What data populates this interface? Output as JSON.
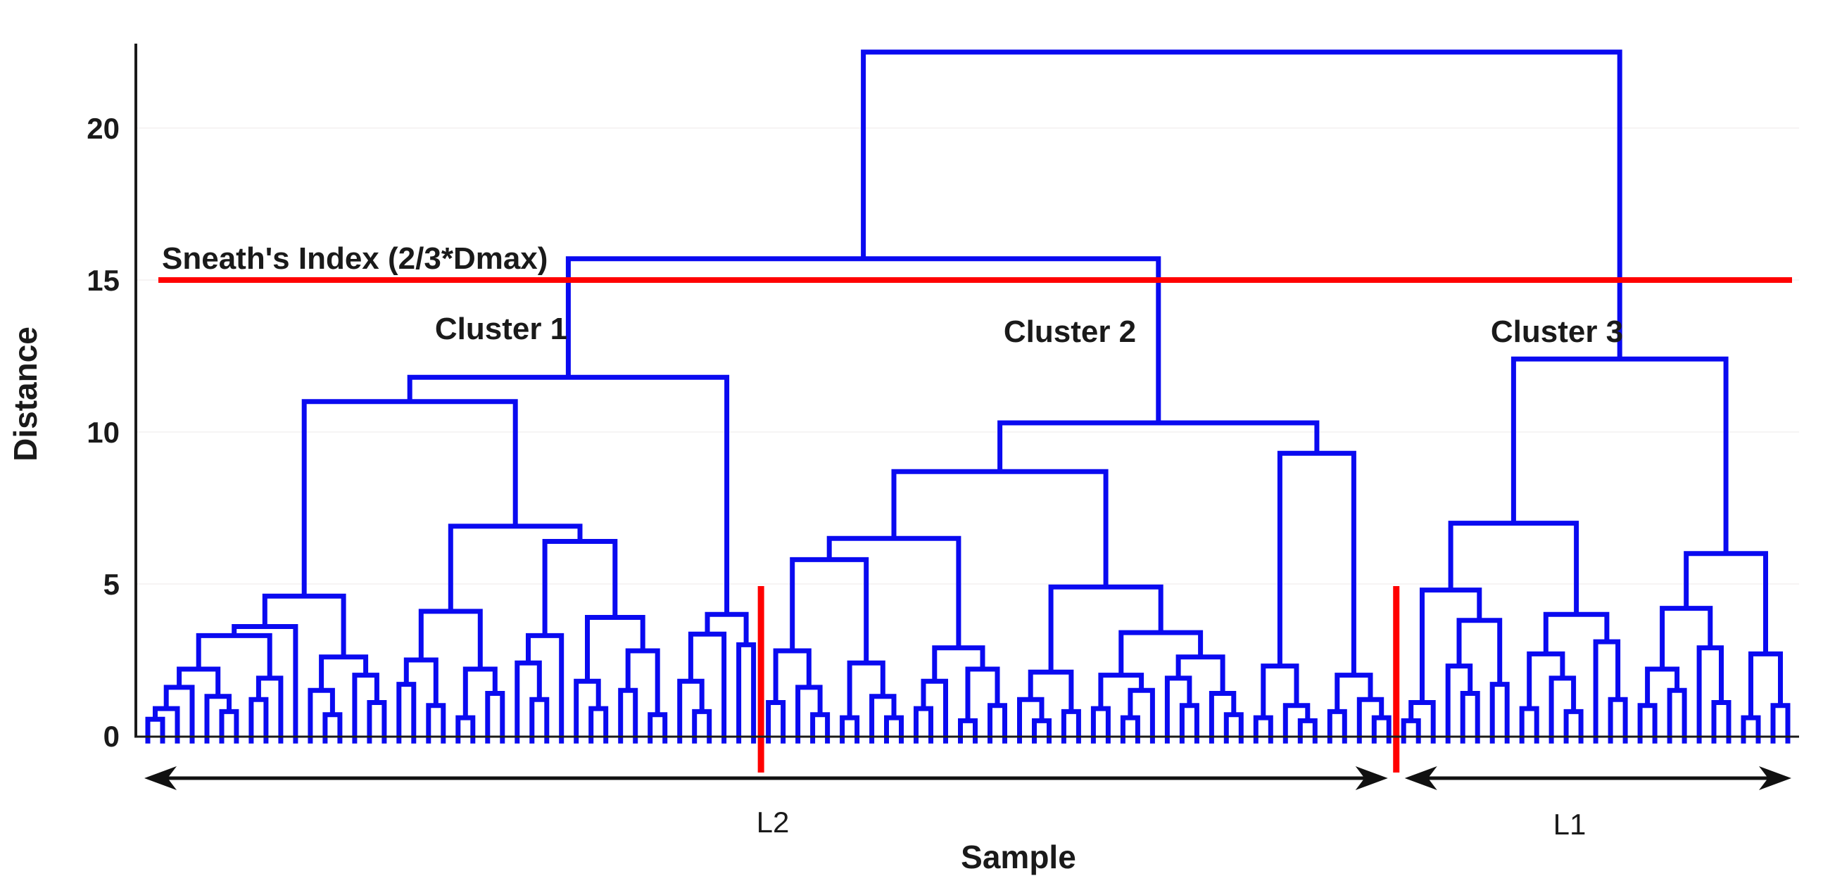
{
  "chart_data": {
    "type": "dendrogram",
    "title": "",
    "xlabel": "Sample",
    "ylabel": "Distance",
    "axis": {
      "ymin": 0,
      "ymax": 23.5,
      "tick_values": [
        0,
        5,
        10,
        15,
        20
      ],
      "grid": false
    },
    "y_tick_labels": [
      "0",
      "5",
      "10",
      "15",
      "20"
    ],
    "reference_line": {
      "label": "Sneath's Index (2/3*Dmax)",
      "value": 15,
      "color": "#ff0000"
    },
    "clusters": [
      {
        "label": "Cluster 1",
        "n_leaves": 42,
        "top_merge_height": 11.8
      },
      {
        "label": "Cluster 2",
        "n_leaves": 43,
        "top_merge_height": 10.3
      },
      {
        "label": "Cluster 3",
        "n_leaves": 27,
        "top_merge_height": 12.4
      }
    ],
    "cluster_boundaries_after_leaf": [
      42,
      85
    ],
    "linkage_heights": {
      "root": 22.5,
      "cluster1_cluster2_merge": 15.7
    },
    "sample_groups": [
      {
        "label": "L2",
        "clusters": [
          "Cluster 1",
          "Cluster 2"
        ]
      },
      {
        "label": "L1",
        "clusters": [
          "Cluster 3"
        ]
      }
    ],
    "colors": {
      "tree": "#0a0af0",
      "reference": "#ff0000",
      "separator": "#ff0000",
      "axis": "#1a1a1a",
      "arrow": "#111111"
    },
    "tree": [
      22.5,
      [
        15.7,
        [
          11.8,
          [
            11.0,
            [
              4.6,
              [
                3.6,
                [
                  3.3,
                  [
                    2.2,
                    [
                      1.6,
                      [
                        0.9,
                        [
                          0.55,
                          0,
                          0
                        ],
                        0
                      ],
                      0
                    ],
                    [
                      1.3,
                      0,
                      [
                        0.8,
                        0,
                        0
                      ]
                    ]
                  ],
                  [
                    1.9,
                    [
                      1.2,
                      0,
                      0
                    ],
                    0
                  ]
                ],
                0
              ],
              [
                2.6,
                [
                  1.5,
                  0,
                  [
                    0.7,
                    0,
                    0
                  ]
                ],
                [
                  2.0,
                  0,
                  [
                    1.1,
                    0,
                    0
                  ]
                ]
              ]
            ],
            [
              6.9,
              [
                4.1,
                [
                  2.5,
                  [
                    1.7,
                    0,
                    0
                  ],
                  [
                    1.0,
                    0,
                    0
                  ]
                ],
                [
                  2.2,
                  [
                    0.6,
                    0,
                    0
                  ],
                  [
                    1.4,
                    0,
                    0
                  ]
                ]
              ],
              [
                6.4,
                [
                  3.3,
                  [
                    2.4,
                    0,
                    [
                      1.2,
                      0,
                      0
                    ]
                  ],
                  0
                ],
                [
                  3.9,
                  [
                    1.8,
                    0,
                    [
                      0.9,
                      0,
                      0
                    ]
                  ],
                  [
                    2.8,
                    [
                      1.5,
                      0,
                      0
                    ],
                    [
                      0.7,
                      0,
                      0
                    ]
                  ]
                ]
              ]
            ]
          ],
          [
            4.0,
            [
              3.35,
              [
                1.8,
                0,
                [
                  0.8,
                  0,
                  0
                ]
              ],
              0
            ],
            [
              3.0,
              0,
              0
            ]
          ]
        ],
        [
          10.3,
          [
            8.7,
            [
              6.5,
              [
                5.8,
                [
                  2.8,
                  [
                    1.1,
                    0,
                    0
                  ],
                  [
                    1.6,
                    0,
                    [
                      0.7,
                      0,
                      0
                    ]
                  ]
                ],
                [
                  2.4,
                  [
                    0.6,
                    0,
                    0
                  ],
                  [
                    1.3,
                    0,
                    [
                      0.6,
                      0,
                      0
                    ]
                  ]
                ]
              ],
              [
                2.9,
                [
                  1.8,
                  [
                    0.9,
                    0,
                    0
                  ],
                  0
                ],
                [
                  2.2,
                  [
                    0.5,
                    0,
                    0
                  ],
                  [
                    1.0,
                    0,
                    0
                  ]
                ]
              ]
            ],
            [
              4.9,
              [
                2.1,
                [
                  1.2,
                  0,
                  [
                    0.5,
                    0,
                    0
                  ]
                ],
                [
                  0.8,
                  0,
                  0
                ]
              ],
              [
                3.4,
                [
                  2.0,
                  [
                    0.9,
                    0,
                    0
                  ],
                  [
                    1.5,
                    [
                      0.6,
                      0,
                      0
                    ],
                    0
                  ]
                ],
                [
                  2.6,
                  [
                    1.9,
                    0,
                    [
                      1.0,
                      0,
                      0
                    ]
                  ],
                  [
                    1.4,
                    0,
                    [
                      0.7,
                      0,
                      0
                    ]
                  ]
                ]
              ]
            ]
          ],
          [
            9.3,
            [
              2.3,
              [
                0.6,
                0,
                0
              ],
              [
                1.0,
                0,
                [
                  0.5,
                  0,
                  0
                ]
              ]
            ],
            [
              2.0,
              [
                0.8,
                0,
                0
              ],
              [
                1.2,
                0,
                [
                  0.6,
                  0,
                  0
                ]
              ]
            ]
          ]
        ]
      ],
      [
        12.4,
        [
          7.0,
          [
            4.8,
            [
              1.1,
              [
                0.5,
                0,
                0
              ],
              0
            ],
            [
              3.8,
              [
                2.3,
                0,
                [
                  1.4,
                  0,
                  0
                ]
              ],
              [
                1.7,
                0,
                0
              ]
            ]
          ],
          [
            4.0,
            [
              2.7,
              [
                0.9,
                0,
                0
              ],
              [
                1.9,
                0,
                [
                  0.8,
                  0,
                  0
                ]
              ]
            ],
            [
              3.1,
              0,
              [
                1.2,
                0,
                0
              ]
            ]
          ]
        ],
        [
          6.0,
          [
            4.2,
            [
              2.2,
              [
                1.0,
                0,
                0
              ],
              [
                1.5,
                0,
                0
              ]
            ],
            [
              2.9,
              0,
              [
                1.1,
                0,
                0
              ]
            ]
          ],
          [
            2.7,
            [
              0.6,
              0,
              0
            ],
            [
              1.0,
              0,
              0
            ]
          ]
        ]
      ]
    ]
  }
}
